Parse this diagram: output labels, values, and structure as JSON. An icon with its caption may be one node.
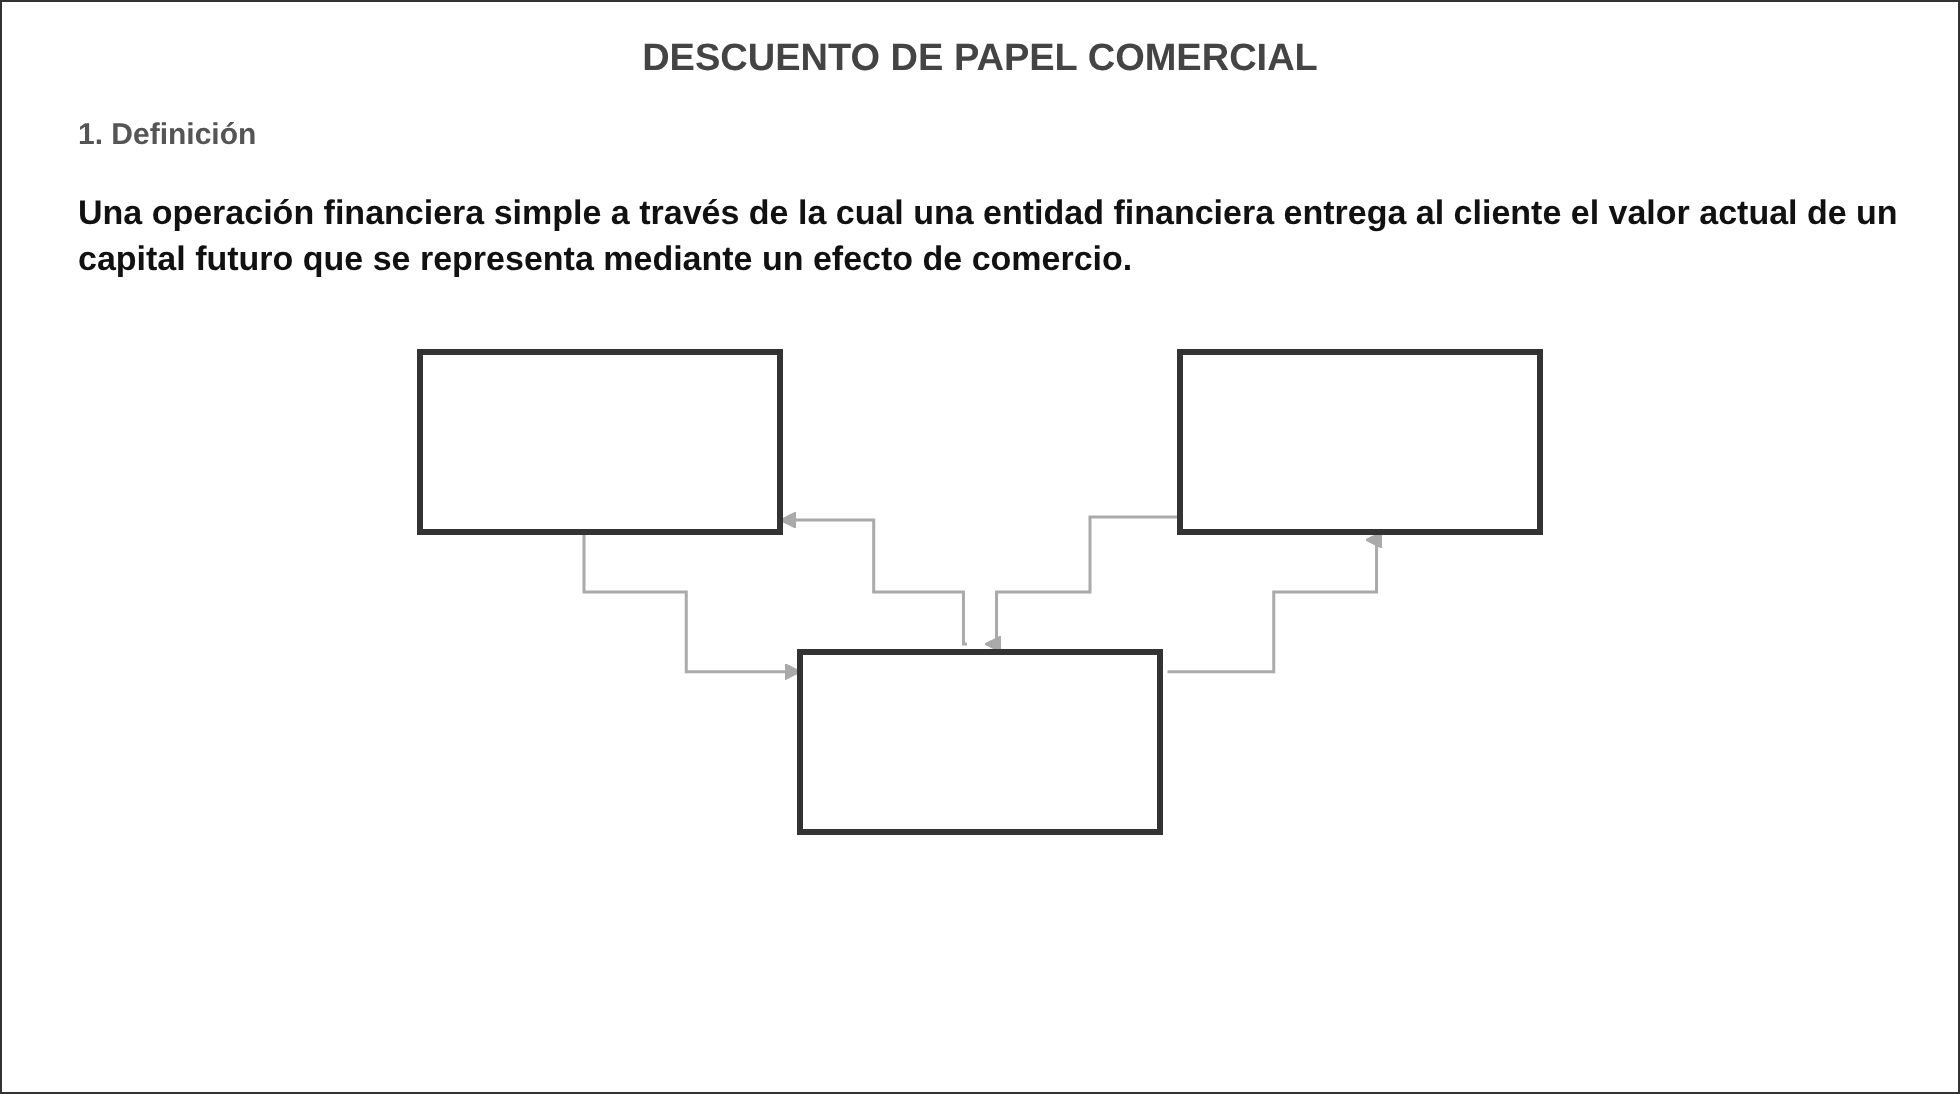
{
  "diagram": {
    "title": "DESCUENTO DE PAPEL COMERCIAL",
    "nodes": [
      {
        "text": [],
        "shape": "box"
      },
      {
        "text": [],
        "shape": "box"
      },
      {
        "text": [],
        "shape": "box"
      }
    ],
    "edges": [
      {
        "from": 0,
        "to": 2,
        "arrow": "to"
      },
      {
        "from": 2,
        "to": 0,
        "arrow": "to"
      },
      {
        "from": 1,
        "to": 2,
        "arrow": "to"
      },
      {
        "from": 2,
        "to": 1,
        "arrow": "to"
      }
    ],
    "labels": [
      "1. Definición",
      "Una operación financiera simple a través de la cual una entidad financiera entrega al cliente el valor actual de un capital futuro que se representa mediante un efecto de comercio."
    ]
  }
}
